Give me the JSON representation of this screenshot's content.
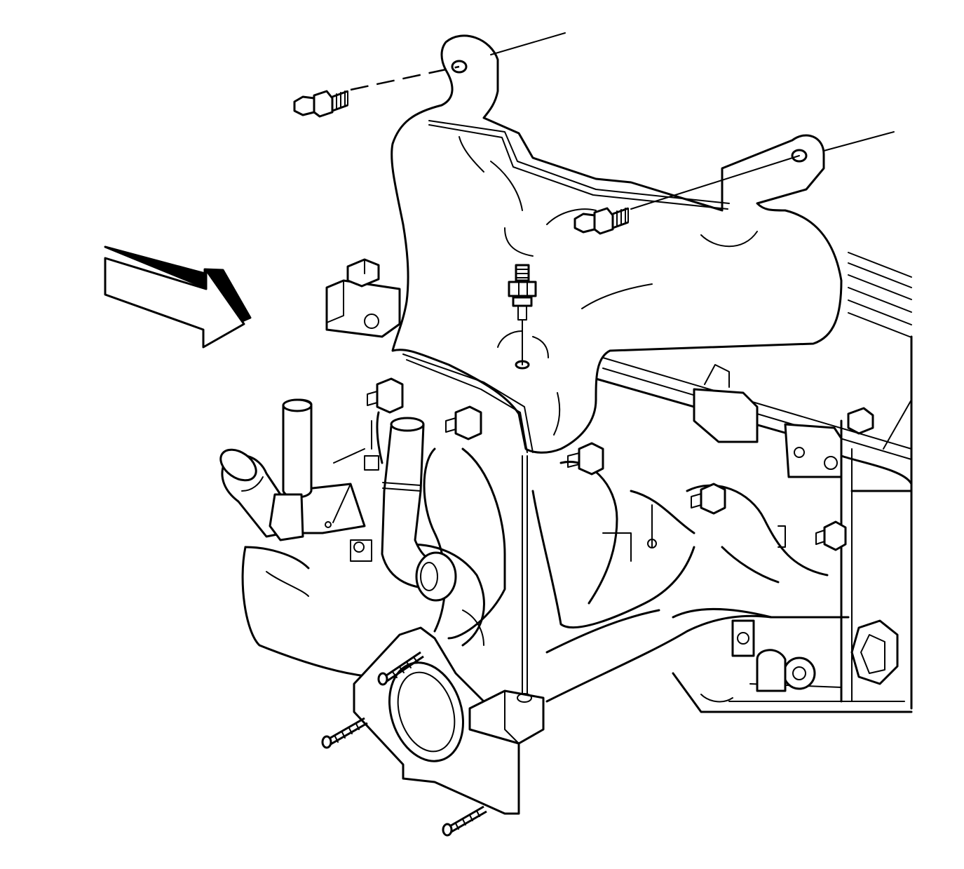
{
  "diagram": {
    "view_arrow": {
      "icon": "direction-arrow-icon"
    },
    "colors": {
      "line": "#000000",
      "background": "#ffffff"
    },
    "parts": [
      {
        "name": "exhaust-manifold-heat-shield",
        "icon": "heat-shield-icon"
      },
      {
        "name": "exhaust-manifold",
        "icon": "manifold-icon"
      },
      {
        "name": "heat-shield-bolts",
        "icon": "bolt-icon"
      },
      {
        "name": "heat-shield-stud",
        "icon": "stud-icon"
      },
      {
        "name": "manifold-studs",
        "icon": "stud-icon"
      },
      {
        "name": "manifold-nuts",
        "icon": "nut-icon"
      },
      {
        "name": "coolant-hoses",
        "icon": "hose-icon"
      }
    ]
  }
}
